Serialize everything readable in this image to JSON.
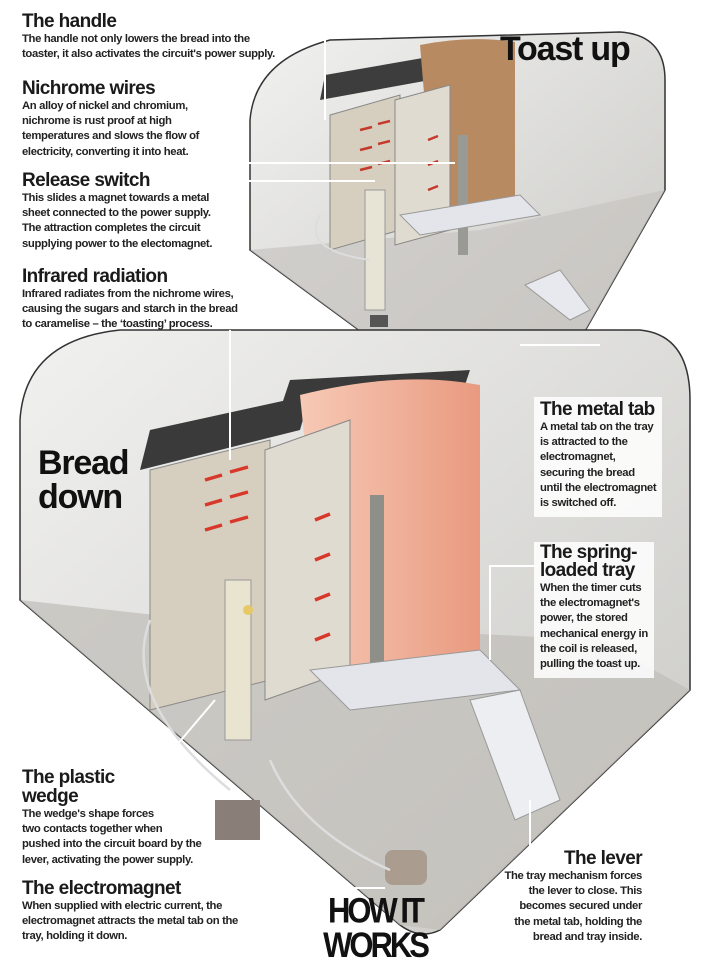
{
  "headings": {
    "toast_up": "Toast up",
    "bread_down_1": "Bread",
    "bread_down_2": "down"
  },
  "callouts": [
    {
      "title": "The handle",
      "lines": [
        "The handle not only lowers the bread into the",
        "toaster, it also activates the circuit's power supply."
      ]
    },
    {
      "title": "Nichrome wires",
      "lines": [
        "An alloy of nickel and chromium,",
        "nichrome is rust proof at high",
        "temperatures and slows the flow of",
        "electricity, converting it into heat."
      ]
    },
    {
      "title": "Release switch",
      "lines": [
        "This slides a magnet towards a metal",
        "sheet connected to the power supply.",
        "The attraction completes the circuit",
        "supplying power to the electomagnet."
      ]
    },
    {
      "title": "Infrared radiation",
      "lines": [
        "Infrared radiates from the nichrome wires,",
        "causing the sugars and starch in the bread",
        "to caramelise – the ‘toasting’ process."
      ]
    },
    {
      "title": "The metal tab",
      "lines": [
        "A metal tab on the tray",
        "is attracted to the",
        "electromagnet,",
        "securing the bread",
        "until the electromagnet",
        "is switched off."
      ]
    },
    {
      "title": "The spring-",
      "title2": "loaded tray",
      "lines": [
        "When the timer cuts",
        "the electromagnet's",
        "power, the stored",
        "mechanical energy in",
        "the coil is released,",
        "pulling the toast up."
      ]
    },
    {
      "title": "The plastic",
      "title2": "wedge",
      "lines": [
        "The wedge's shape forces",
        "two contacts together when",
        "pushed into the circuit board by the",
        "lever, activating the power supply."
      ]
    },
    {
      "title": "The electromagnet",
      "lines": [
        "When supplied with electric current, the",
        "electromagnet attracts the metal tab on the",
        "tray, holding it down."
      ]
    },
    {
      "title": "The lever",
      "lines": [
        "The tray mechanism forces",
        "the lever to close. This",
        "becomes secured under",
        "the metal tab, holding the",
        "bread and tray inside."
      ]
    }
  ],
  "logo": {
    "line1": "HOW IT",
    "line2": "WORKS"
  },
  "colors": {
    "wire": "#d8382a",
    "toast": "#b88a62",
    "casing": "#d9d8d5",
    "plate": "#d6cfbf"
  }
}
